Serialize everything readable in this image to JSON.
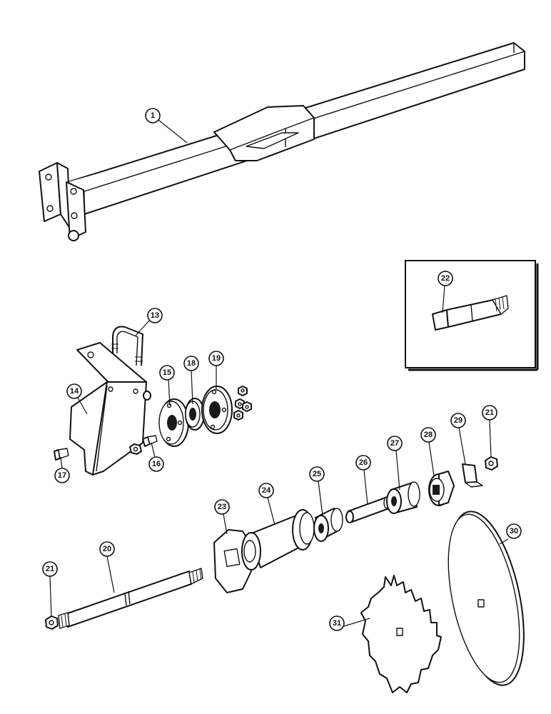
{
  "callouts": [
    "1",
    "13",
    "14",
    "15",
    "16",
    "17",
    "18",
    "19",
    "20",
    "21",
    "21",
    "22",
    "23",
    "24",
    "25",
    "26",
    "27",
    "28",
    "29",
    "30",
    "31"
  ],
  "colors": {
    "ink": "#111111",
    "paper": "#ffffff"
  }
}
